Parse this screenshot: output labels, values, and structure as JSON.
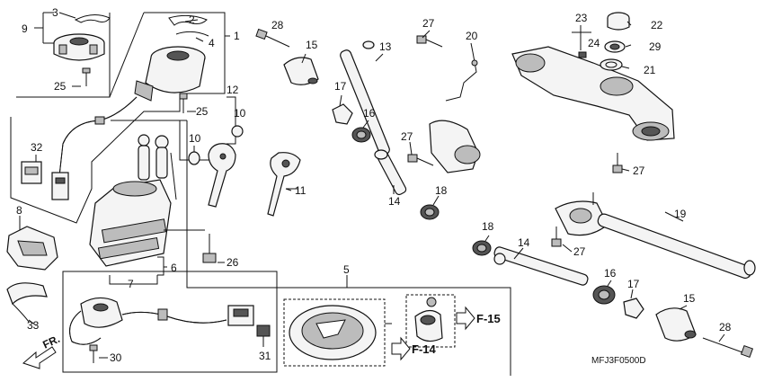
{
  "callouts": {
    "c1": "1",
    "c2": "2",
    "c3": "3",
    "c4": "4",
    "c5": "5",
    "c6": "6",
    "c7": "7",
    "c8": "8",
    "c9": "9",
    "c10a": "10",
    "c10b": "10",
    "c11": "11",
    "c12": "12",
    "c13": "13",
    "c14a": "14",
    "c14b": "14",
    "c15a": "15",
    "c15b": "15",
    "c16a": "16",
    "c16b": "16",
    "c17a": "17",
    "c17b": "17",
    "c18a": "18",
    "c18b": "18",
    "c19": "19",
    "c20": "20",
    "c21": "21",
    "c22": "22",
    "c23": "23",
    "c24": "24",
    "c25a": "25",
    "c25b": "25",
    "c26": "26",
    "c27a": "27",
    "c27b": "27",
    "c27c": "27",
    "c27d": "27",
    "c28a": "28",
    "c28b": "28",
    "c29": "29",
    "c30": "30",
    "c31": "31",
    "c32": "32",
    "c33": "33"
  },
  "refs": {
    "f15": "F-15",
    "f14": "F-14"
  },
  "direction": "FR.",
  "diagram_code": "MFJ3F0500D"
}
